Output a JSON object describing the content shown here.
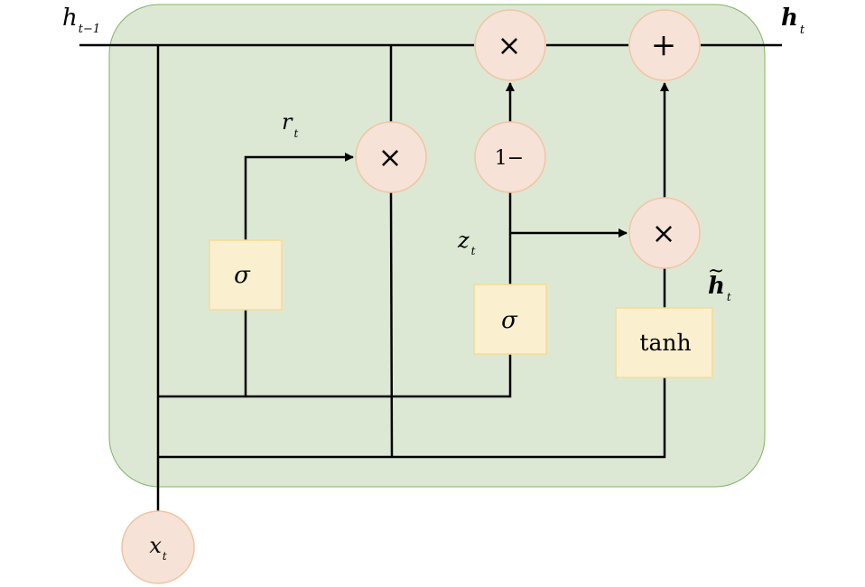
{
  "title": "GRU cell diagram",
  "colors": {
    "cell_fill": "#dde8d4",
    "cell_stroke": "#82b366",
    "op_fill": "#f6e2d6",
    "op_stroke": "#f0c4a4",
    "gate_fill": "#faefcf",
    "gate_stroke": "#f5dc94",
    "line": "#000000"
  },
  "labels": {
    "h_prev": {
      "base": "h",
      "sub": "t−1"
    },
    "h_out": {
      "base": "h",
      "sub": "t"
    },
    "r_t": {
      "base": "r",
      "sub": "t"
    },
    "z_t": {
      "base": "z",
      "sub": "t"
    },
    "h_tilde": {
      "base": "h",
      "accent": "~",
      "sub": "t"
    },
    "x_t": {
      "base": "x",
      "sub": "t"
    }
  },
  "operators": {
    "mul_top": "×",
    "add_top": "+",
    "mul_reset": "×",
    "one_minus": "1−",
    "mul_update": "×"
  },
  "gates": {
    "reset_sigma": "σ",
    "update_sigma": "σ",
    "candidate_tanh": "tanh"
  }
}
